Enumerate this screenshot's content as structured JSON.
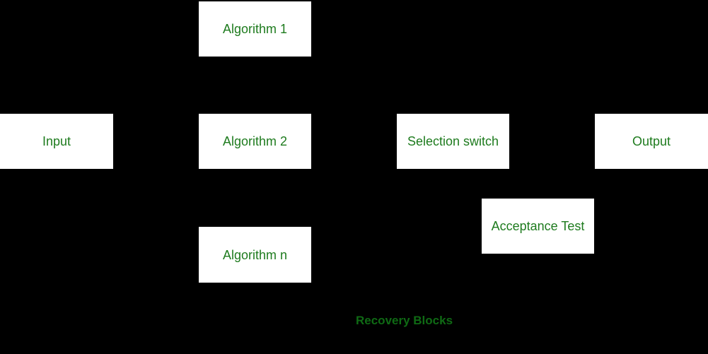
{
  "diagram": {
    "caption": "Recovery Blocks",
    "nodes": {
      "algorithm1": "Algorithm 1",
      "input": "Input",
      "algorithm2": "Algorithm 2",
      "selection_switch": "Selection switch",
      "output": "Output",
      "algorithm_n": "Algorithm n",
      "acceptance_test": "Acceptance Test"
    },
    "colors": {
      "background": "#000000",
      "node_background": "#ffffff",
      "node_text_green": "#1e7b1e",
      "caption_green": "#0f6a14"
    }
  }
}
